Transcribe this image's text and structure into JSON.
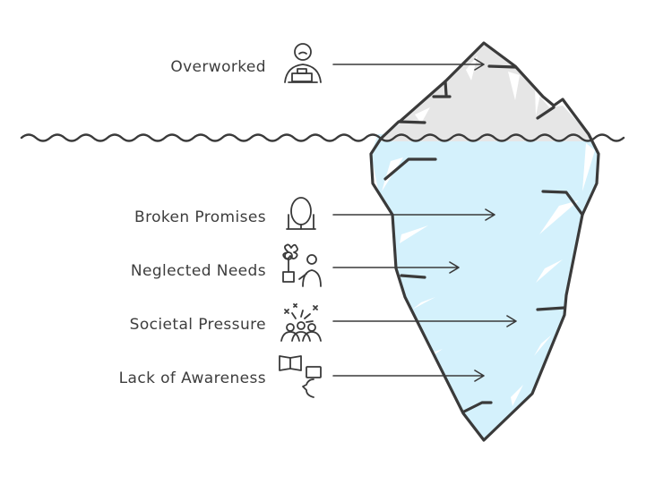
{
  "diagram": {
    "colors": {
      "ice_tip": "#e6e6e6",
      "ice_underwater": "#d4f1fc",
      "ink": "#3a3a3a",
      "text": "#3d3d3d"
    },
    "above_water": [
      {
        "label": "Overworked",
        "icon": "person-at-desk-icon"
      }
    ],
    "below_water": [
      {
        "label": "Broken Promises",
        "icon": "broken-ring-icon"
      },
      {
        "label": "Neglected Needs",
        "icon": "plant-and-person-icon"
      },
      {
        "label": "Societal Pressure",
        "icon": "crowd-with-fireworks-icon"
      },
      {
        "label": "Lack of Awareness",
        "icon": "book-and-thinking-head-icon"
      }
    ]
  }
}
